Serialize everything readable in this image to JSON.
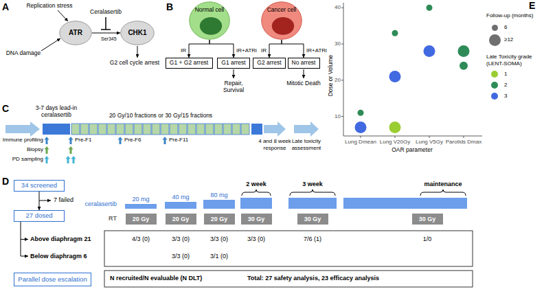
{
  "diagram": {
    "nodes": [
      {
        "text": [
          "ATR"
        ]
      },
      {
        "text": [
          "CHK1"
        ]
      },
      {
        "text": [
          "Normal cell"
        ]
      },
      {
        "text": [
          "Cancer cell"
        ]
      },
      {
        "text": [
          "G1 + G2 arrest"
        ]
      },
      {
        "text": [
          "G1 arrest"
        ]
      },
      {
        "text": [
          "G2 arrest"
        ]
      },
      {
        "text": [
          "No arrest"
        ]
      },
      {
        "text": [
          "34 screened"
        ]
      },
      {
        "text": [
          "27 dosed"
        ]
      },
      {
        "text": [
          "20 Gy"
        ]
      },
      {
        "text": [
          "20 Gy"
        ]
      },
      {
        "text": [
          "20 Gy"
        ]
      },
      {
        "text": [
          "30 Gy"
        ]
      },
      {
        "text": [
          "30 Gy"
        ]
      },
      {
        "text": [
          "30 Gy"
        ]
      },
      {
        "text": [
          "Parallel dose escalation"
        ]
      }
    ],
    "edges": [
      {
        "from": 0,
        "to": 1,
        "arrow": "to"
      },
      {
        "from": 2,
        "to": 4,
        "label": "IR",
        "arrow": "to"
      },
      {
        "from": 2,
        "to": 5,
        "label": "IR+ATRi",
        "arrow": "to"
      },
      {
        "from": 3,
        "to": 6,
        "label": "IR",
        "arrow": "to"
      },
      {
        "from": 3,
        "to": 7,
        "label": "IR+ATRi",
        "arrow": "to"
      },
      {
        "from": 8,
        "to": 9,
        "arrow": "to"
      }
    ],
    "labels": [
      "A",
      "Replication stress",
      "Ceralasertib",
      "DNA damage",
      "Ser345",
      "G2 cell cycle arrest",
      "B",
      "Repair, Survival",
      "Mitotic Death",
      "E",
      "40",
      "30",
      "20",
      "10",
      "Dose or Volume",
      "Lung Dmean",
      "Lung V20Gy",
      "Lung V5Gy",
      "Parotids Dmax",
      "OAR parameter",
      "Follow-up (months)",
      "Late Toxicity grade (LENT-SOMA)",
      "C",
      "3-7 days lead-in ceralasertib",
      "20 Gy/10 fractions or 30 Gy/15 fractions",
      "Immune profiling",
      "Pre-F1",
      "Pre-F6",
      "Pre-F11",
      "Biopsy",
      "PD sampling",
      "4 and 8 week response",
      "Late toxicity assessment",
      "D",
      "ceralasertib",
      "20 mg",
      "40 mg",
      "80 mg",
      "2 week",
      "3 week",
      "maintenance",
      "7 failed",
      "RT",
      "Above diaphragm 21",
      "4/3 (0)",
      "3/3 (0)",
      "3/3 (0)",
      "3/3 (0)",
      "7/6 (1)",
      "1/0",
      "Below diaphragm 6",
      "3/3 (0)",
      "3/1 (0)",
      "N recruited/N evaluable (N DLT)",
      "Total: 27 safety analysis, 23 efficacy analysis"
    ],
    "legend": [
      {
        "text": "6"
      },
      {
        "text": "≥12"
      },
      {
        "text": "1",
        "color": "#9acd32"
      },
      {
        "text": "2",
        "color": "#2e8b57"
      },
      {
        "text": "3",
        "color": "#4169e1"
      }
    ]
  }
}
